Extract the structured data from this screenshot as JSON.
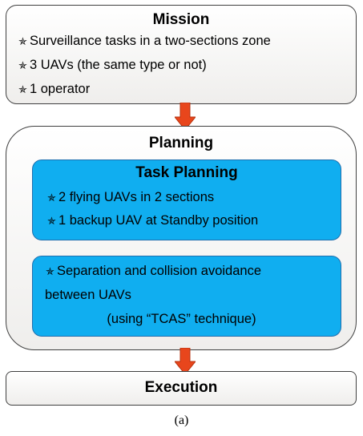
{
  "mission": {
    "title": "Mission",
    "items": [
      {
        "icon": "plane-icon",
        "text": "Surveillance tasks in a two-sections zone"
      },
      {
        "icon": "plane-icon",
        "text": "3 UAVs (the same type or not)"
      },
      {
        "icon": "plane-icon",
        "text": "1 operator"
      }
    ]
  },
  "planning": {
    "title": "Planning",
    "task_planning": {
      "title": "Task Planning",
      "items": [
        {
          "icon": "plane-icon",
          "text": "2 flying UAVs in 2 sections"
        },
        {
          "icon": "plane-icon",
          "text": "1 backup UAV at Standby position"
        }
      ]
    },
    "separation": {
      "line1": "Separation and collision avoidance",
      "line2": "between UAVs",
      "line3": "(using “TCAS” technique)"
    }
  },
  "execution": {
    "title": "Execution"
  },
  "caption": "(a)",
  "colors": {
    "arrow": "#e8461c",
    "blue_box": "#10aef0",
    "border": "#3f3f3f"
  }
}
